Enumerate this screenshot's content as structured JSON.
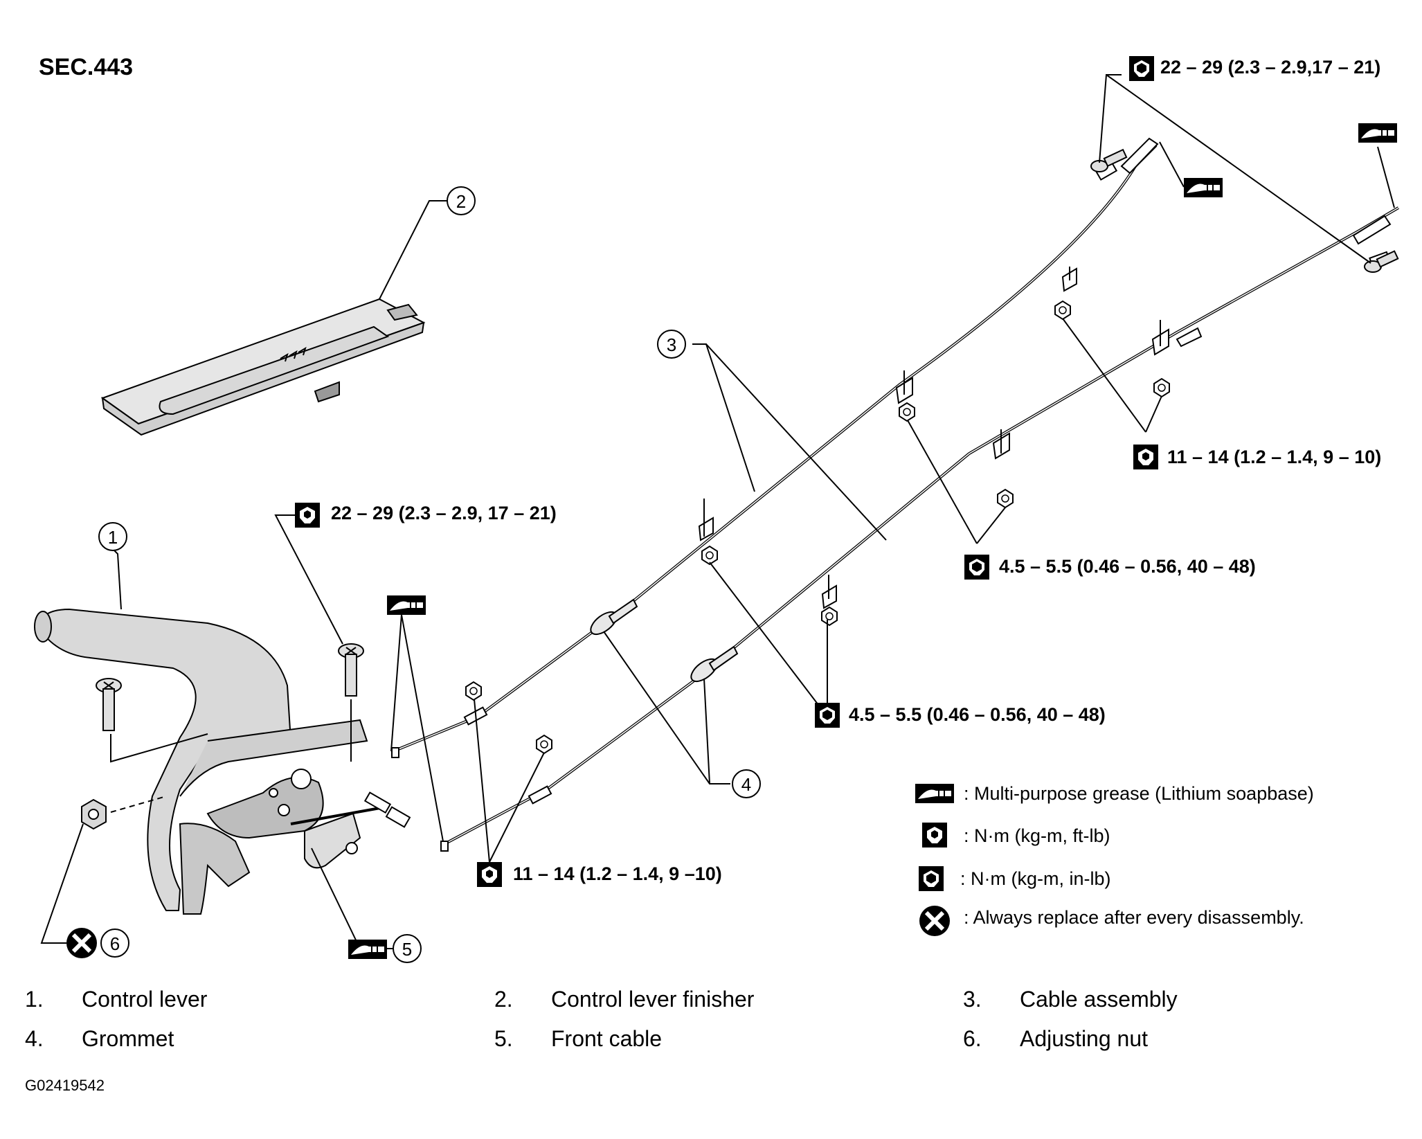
{
  "section": "SEC.443",
  "callouts": [
    "1",
    "2",
    "3",
    "4",
    "5",
    "6"
  ],
  "torque_labels": {
    "rear_bolt": "22 – 29 (2.3 – 2.9,17 – 21)",
    "lever_bolt": "22 – 29 (2.3 – 2.9, 17 – 21)",
    "rear_nuts": "11 – 14 (1.2 – 1.4, 9 – 10)",
    "middle_nuts_upper": "4.5 – 5.5 (0.46 – 0.56, 40 – 48)",
    "middle_nuts_lower": "4.5 – 5.5 (0.46 – 0.56, 40 – 48)",
    "front_nuts": "11 – 14 (1.2 – 1.4, 9 –10)"
  },
  "legend": [
    {
      "icon": "grease-icon",
      "text": ": Multi-purpose grease (Lithium soapbase)"
    },
    {
      "icon": "torque-ftlb-icon",
      "text": ": N·m (kg-m, ft-lb)"
    },
    {
      "icon": "torque-inlb-icon",
      "text": ": N·m (kg-m, in-lb)"
    },
    {
      "icon": "replace-icon",
      "text": ": Always replace after every disassembly."
    }
  ],
  "parts": [
    {
      "num": "1.",
      "name": "Control lever"
    },
    {
      "num": "2.",
      "name": "Control lever finisher"
    },
    {
      "num": "3.",
      "name": "Cable assembly"
    },
    {
      "num": "4.",
      "name": "Grommet"
    },
    {
      "num": "5.",
      "name": "Front cable"
    },
    {
      "num": "6.",
      "name": "Adjusting nut"
    }
  ],
  "figure_code": "G02419542"
}
